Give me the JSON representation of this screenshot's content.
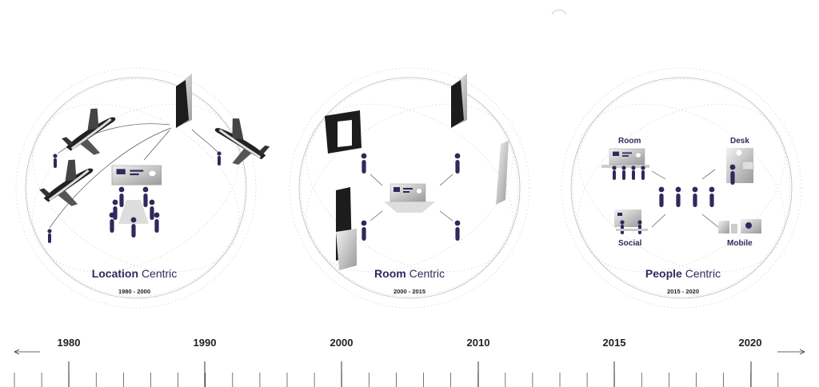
{
  "eras": [
    {
      "bold": "Location",
      "rest": "Centric",
      "years": "1980 - 2000"
    },
    {
      "bold": "Room",
      "rest": "Centric",
      "years": "2000 - 2015"
    },
    {
      "bold": "People",
      "rest": "Centric",
      "years": "2015 - 2020"
    }
  ],
  "people_nodes": {
    "room": "Room",
    "desk": "Desk",
    "social": "Social",
    "mobile": "Mobile"
  },
  "timeline": {
    "years": [
      "1980",
      "1990",
      "2000",
      "2010",
      "2015",
      "2020"
    ]
  },
  "colors": {
    "accent": "#2e2a5c",
    "line": "#c8c8c8",
    "dark": "#1c1c1c"
  }
}
